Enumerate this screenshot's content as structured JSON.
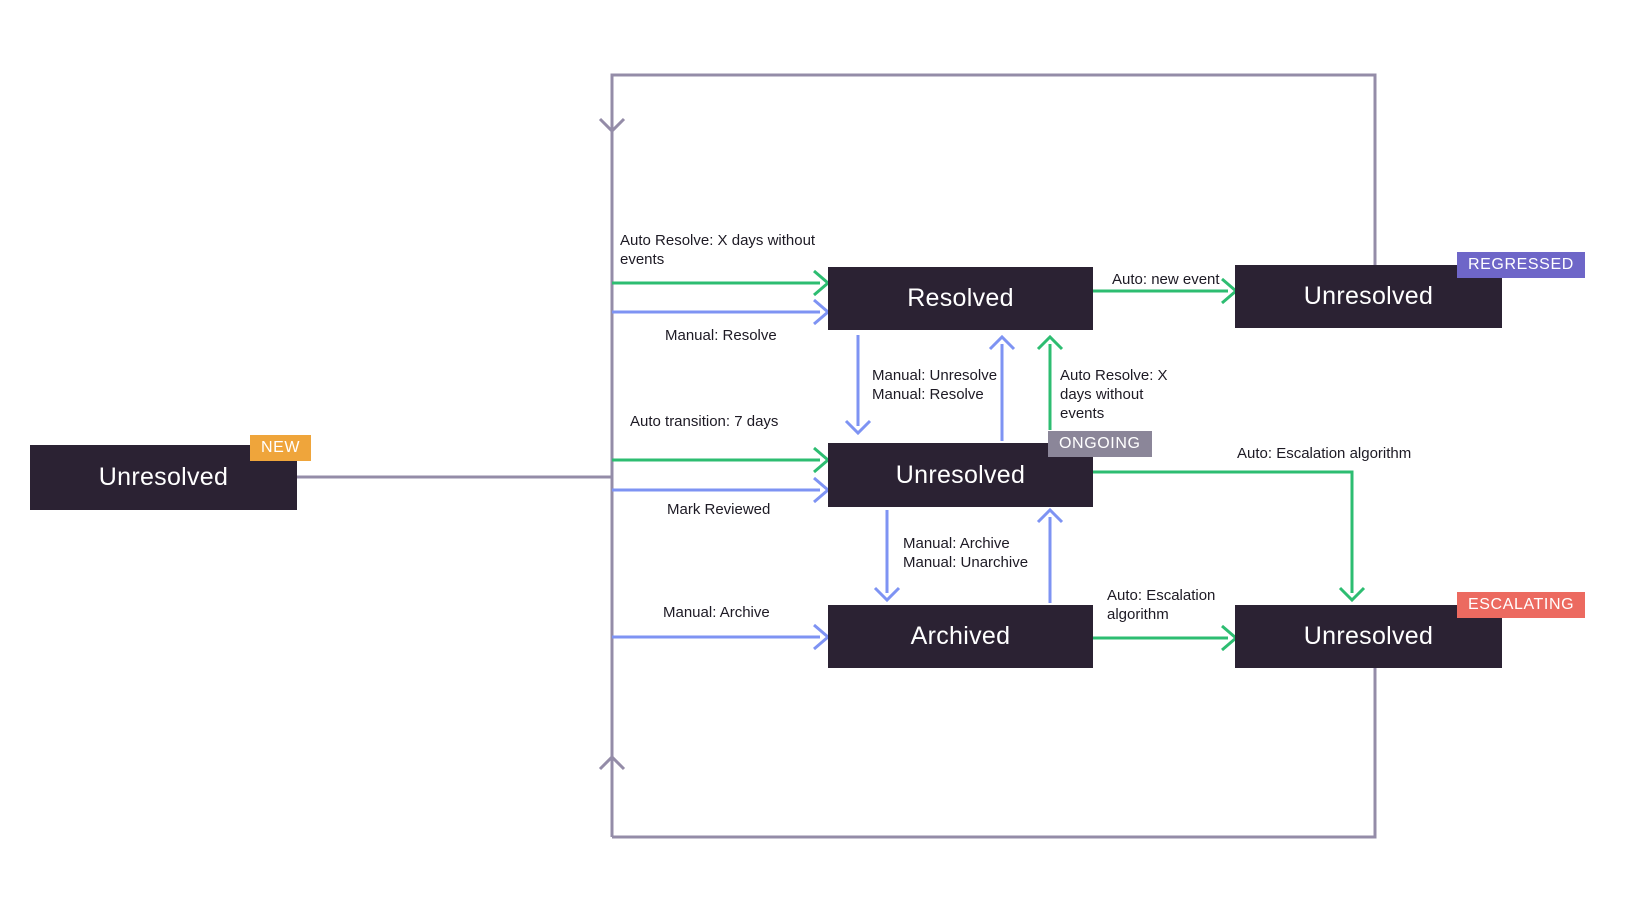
{
  "colors": {
    "box": "#2b2233",
    "box_text": "#ffffff",
    "green": "#2dbd71",
    "blue": "#7e93f3",
    "gray": "#948ca8",
    "badge_new": "#efa53b",
    "badge_ongoing": "#8b8699",
    "badge_regressed": "#6e66c8",
    "badge_escalating": "#ec6a60",
    "label_text": "#1d1a24"
  },
  "states": {
    "new": {
      "label": "Unresolved",
      "badge": "NEW"
    },
    "resolved": {
      "label": "Resolved"
    },
    "ongoing": {
      "label": "Unresolved",
      "badge": "ONGOING"
    },
    "archived": {
      "label": "Archived"
    },
    "regressed": {
      "label": "Unresolved",
      "badge": "REGRESSED"
    },
    "escalating": {
      "label": "Unresolved",
      "badge": "ESCALATING"
    }
  },
  "transitions": {
    "auto_resolve_top": "Auto Resolve: X days without\nevents",
    "manual_resolve_top": "Manual: Resolve",
    "auto_transition_7_days": "Auto transition: 7 days",
    "mark_reviewed": "Mark Reviewed",
    "manual_archive_left": "Manual: Archive",
    "manual_unresolve_resolve": "Manual: Unresolve\nManual: Resolve",
    "auto_resolve_mid": "Auto Resolve: X\ndays without\nevents",
    "auto_new_event": "Auto: new event",
    "manual_archive_unarchive": "Manual: Archive\nManual: Unarchive",
    "auto_escalation_top": "Auto: Escalation algorithm",
    "auto_escalation_bottom": "Auto: Escalation\nalgorithm"
  }
}
